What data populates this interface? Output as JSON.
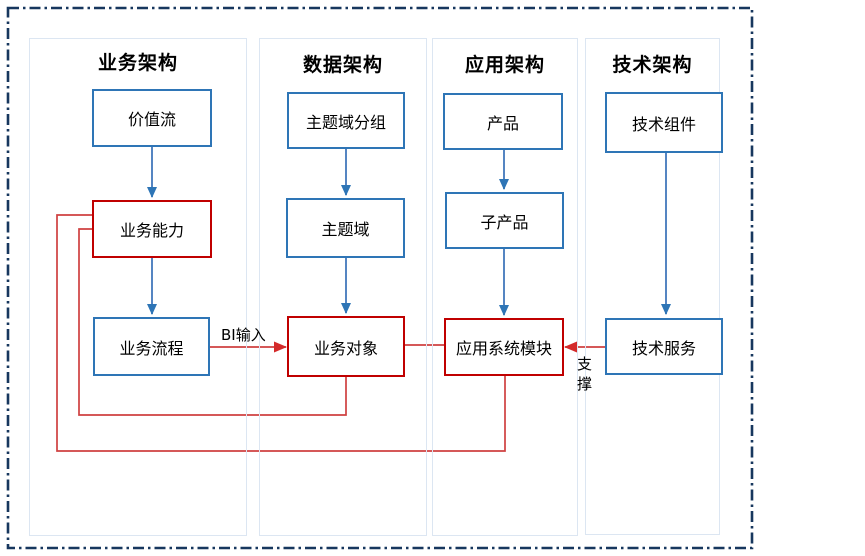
{
  "diagram": {
    "columns": [
      {
        "title": "业务架构",
        "nodes": [
          {
            "label": "价值流",
            "style": "blue"
          },
          {
            "label": "业务能力",
            "style": "red"
          },
          {
            "label": "业务流程",
            "style": "blue"
          }
        ]
      },
      {
        "title": "数据架构",
        "nodes": [
          {
            "label": "主题域分组",
            "style": "blue"
          },
          {
            "label": "主题域",
            "style": "blue"
          },
          {
            "label": "业务对象",
            "style": "red"
          }
        ]
      },
      {
        "title": "应用架构",
        "nodes": [
          {
            "label": "产品",
            "style": "blue"
          },
          {
            "label": "子产品",
            "style": "blue"
          },
          {
            "label": "应用系统模块",
            "style": "red"
          }
        ]
      },
      {
        "title": "技术架构",
        "nodes": [
          {
            "label": "技术组件",
            "style": "blue"
          },
          {
            "label": "技术服务",
            "style": "blue"
          }
        ]
      }
    ],
    "edge_labels": {
      "bi_input": "BI输入",
      "support": "支撑"
    },
    "colors": {
      "blue_box_border": "#2e75b6",
      "blue_arrow_line": "#5585c2",
      "blue_arrow_head": "#2e75b6",
      "red_box_border": "#c00000",
      "red_line": "#cf4040",
      "red_arrow_head": "#d42a2a",
      "column_border": "#dce6f2",
      "dashed_border": "#17375e"
    }
  }
}
